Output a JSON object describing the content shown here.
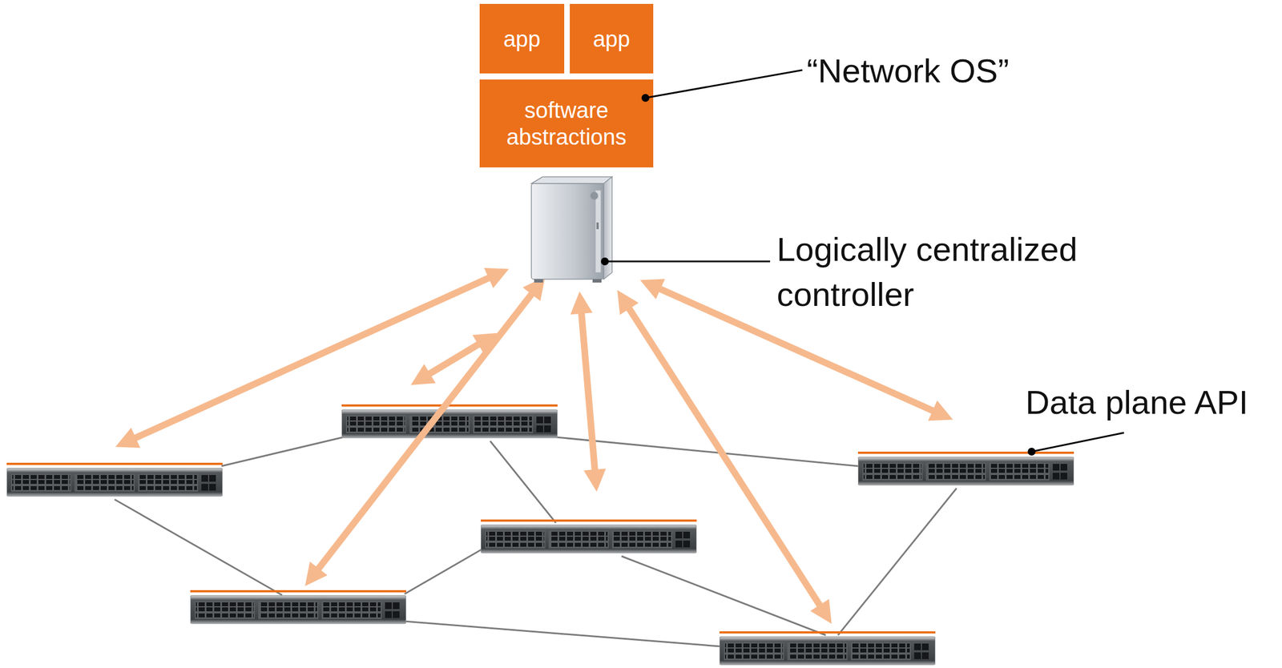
{
  "diagram": {
    "nodes": [
      {
        "text": [
          "app"
        ]
      },
      {
        "text": [
          "app"
        ]
      },
      {
        "text": [
          "software abstractions"
        ]
      }
    ],
    "labels": [
      "“Network OS”",
      "Logically centralized controller",
      "Data plane API"
    ]
  }
}
